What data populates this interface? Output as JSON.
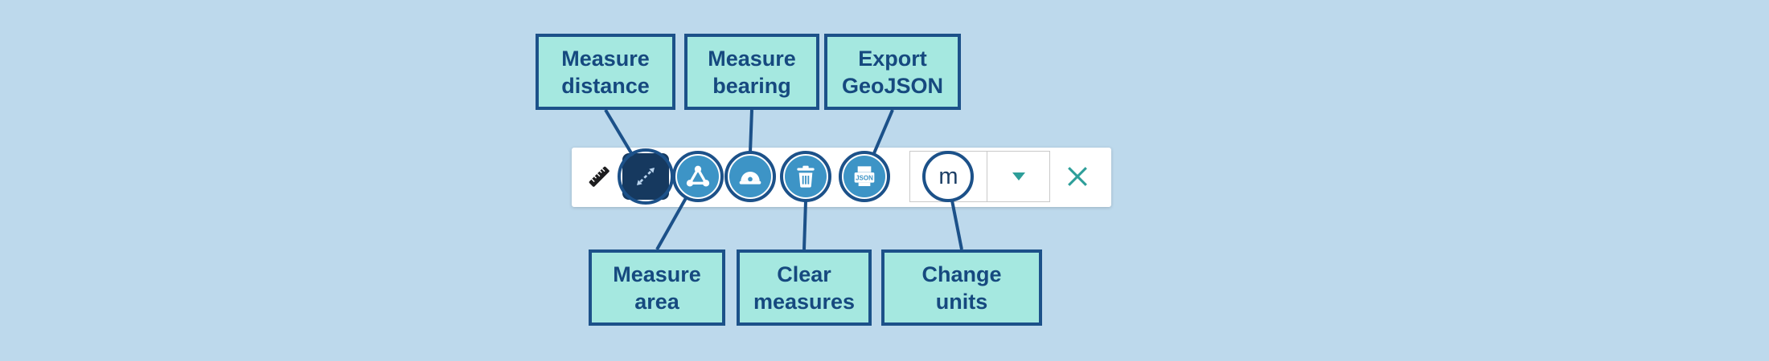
{
  "colors": {
    "background": "#bdd9ec",
    "toolbar_bg": "#ffffff",
    "button": "#3d94c6",
    "button_active": "#16395f",
    "annotation": "#1c5189",
    "callout_fill": "#a5e8e0",
    "callout_text": "#16497f",
    "teal": "#2d9e99",
    "units_border": "#c9c9c9"
  },
  "callouts": {
    "measure_distance": {
      "lines": [
        "Measure",
        "distance"
      ]
    },
    "measure_bearing": {
      "lines": [
        "Measure",
        "bearing"
      ]
    },
    "export_geojson": {
      "lines": [
        "Export",
        "GeoJSON"
      ]
    },
    "measure_area": {
      "lines": [
        "Measure",
        "area"
      ]
    },
    "clear_measures": {
      "lines": [
        "Clear",
        "measures"
      ]
    },
    "change_units": {
      "lines": [
        "Change",
        "units"
      ]
    }
  },
  "toolbar": {
    "buttons": [
      {
        "name": "measure-distance",
        "icon": "measure-distance-icon",
        "active": true
      },
      {
        "name": "measure-area",
        "icon": "measure-area-icon"
      },
      {
        "name": "measure-bearing",
        "icon": "measure-bearing-icon"
      },
      {
        "name": "clear-measures",
        "icon": "trash-icon"
      },
      {
        "name": "export-geojson",
        "icon": "export-geojson-icon"
      }
    ],
    "anchor_icon": "ruler-icon",
    "units_value": "m",
    "export_icon_text": "JSON"
  }
}
